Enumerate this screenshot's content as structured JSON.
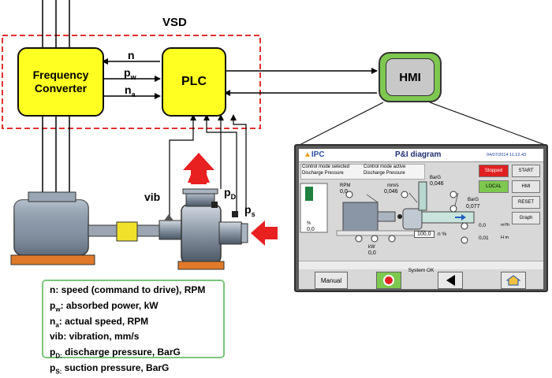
{
  "diagram": {
    "vsd_label": "VSD",
    "frequency_converter": "Frequency Converter",
    "plc": "PLC",
    "hmi": "HMI",
    "signal_n": "n",
    "signal_pw": "p",
    "signal_pw_sub": "w",
    "signal_na": "n",
    "signal_na_sub": "a",
    "vib": "vib",
    "pd": "p",
    "pd_sub": "D",
    "ps": "p",
    "ps_sub": "s"
  },
  "legend": {
    "items": [
      {
        "sym": "n",
        "sub": "",
        "text": ": speed (command to drive), RPM"
      },
      {
        "sym": "p",
        "sub": "w",
        "text": ": absorbed power, kW"
      },
      {
        "sym": "n",
        "sub": "a",
        "text": ": actual speed, RPM"
      },
      {
        "sym": "vib",
        "sub": "",
        "text": ": vibration, mm/s"
      },
      {
        "sym": "p",
        "sub": "D:",
        "text": " discharge pressure, BarG"
      },
      {
        "sym": "p",
        "sub": "S:",
        "text": " suction pressure, BarG"
      }
    ]
  },
  "hmi_screen": {
    "logo": "IPC",
    "title": "P&I diagram",
    "datetime": "04/07/2014  11.12.43",
    "control_mode_selected_label": "Control mode selected",
    "control_mode_active_label": "Control mode active",
    "control_mode_selected_value": "Discharge Pressure",
    "control_mode_active_value": "Discharge Pressure",
    "rpm_label": "RPM",
    "rpm_value": "0,0",
    "mms_label": "mm/s",
    "mms_value": "0,046",
    "barg_top_label": "BarG",
    "barg_top_value": "0,046",
    "barg_right_label": "BarG",
    "barg_right_value": "0,077",
    "pct_label": "%",
    "pct_value": "0,0",
    "kw_label": "kW",
    "kw_value": "0,0",
    "speed_input": "100,0",
    "speed_unit": "n %",
    "flow_value": "0,0",
    "flow_unit": "m³/h",
    "head_value": "0,01",
    "head_unit": "H m",
    "status": "System OK",
    "stopped_label": "Stopped",
    "local_label": "LOCAL",
    "buttons": {
      "start": "START",
      "hmi": "HMI",
      "reset": "RESET",
      "graph": "Graph",
      "manual": "Manual"
    },
    "colors": {
      "stopped": "#e02020",
      "local": "#7ec850"
    }
  }
}
